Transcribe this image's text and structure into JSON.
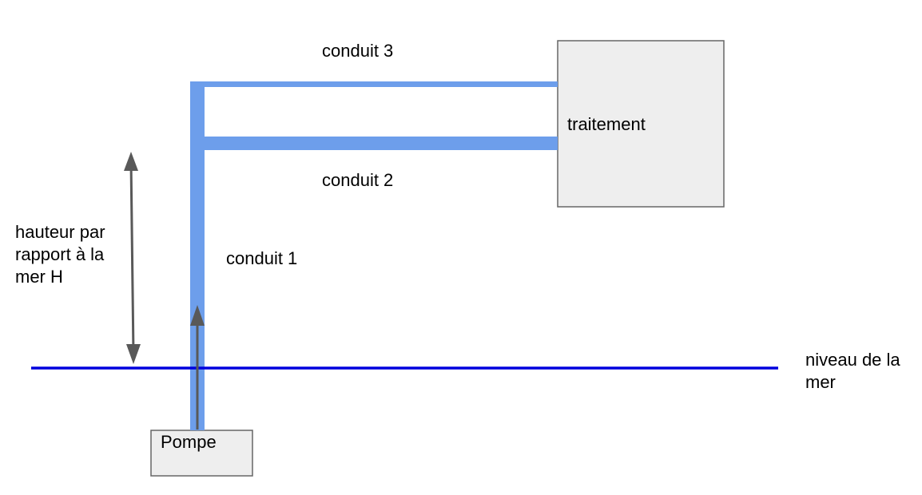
{
  "labels": {
    "conduit_3": "conduit 3",
    "conduit_2": "conduit 2",
    "conduit_1": "conduit 1",
    "traitement": "traitement",
    "pompe": "Pompe",
    "hauteur": "hauteur par\nrapport à la\nmer H",
    "niveau": "niveau de la\nmer"
  },
  "colors": {
    "pipe": "#6d9eeb",
    "sea_level_line": "#0000dd",
    "arrow": "#595959",
    "box_fill": "#eeeeee",
    "box_stroke": "#666666"
  }
}
